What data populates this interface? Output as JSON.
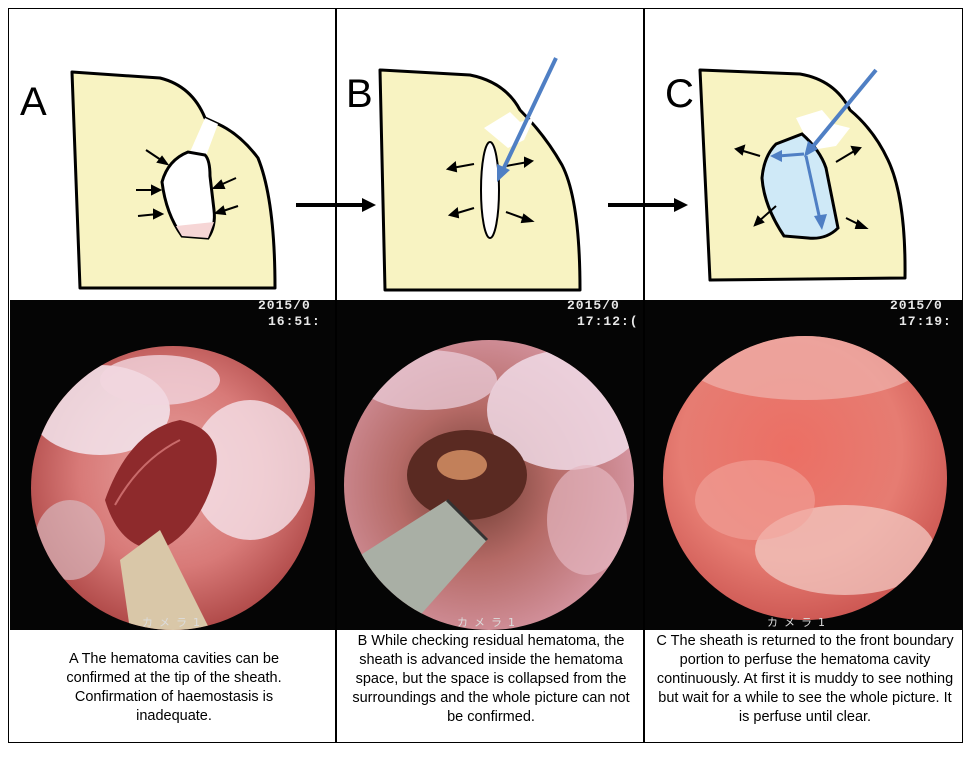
{
  "panels": [
    {
      "letter": "A",
      "timestamp_top": "2015/0",
      "timestamp_time": "16:51:",
      "camera_label": "カメラ1",
      "caption": "A The hematoma cavities can be confirmed at the tip of the sheath. Confirmation of haemostasis  is inadequate."
    },
    {
      "letter": "B",
      "timestamp_top": "2015/0",
      "timestamp_time": "17:12:(",
      "camera_label": "カメラ1",
      "caption": "B While checking residual hematoma, the sheath is advanced  inside the hematoma space, but the space is collapsed  from the surroundings and the whole picture can not be confirmed."
    },
    {
      "letter": "C",
      "timestamp_top": "2015/0",
      "timestamp_time": "17:19:",
      "camera_label": "カメラ1",
      "caption": "C The sheath is returned to the front boundary portion to perfuse the hematoma cavity continuously. At first it is muddy to see nothing but wait for a while to see the whole picture. It is perfuse until clear."
    }
  ],
  "colors": {
    "brain": "#f8f3c2",
    "cavity_fill": "#cfe9f7",
    "sheath_arrow": "#4f7fc4",
    "stroke": "#000000"
  }
}
